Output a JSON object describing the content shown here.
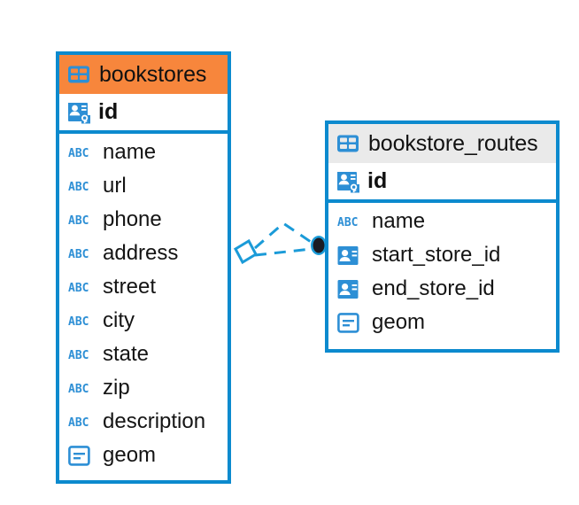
{
  "diagram": {
    "title": "database-entity-relationship-diagram",
    "colors": {
      "border": "#0c8ace",
      "header_primary": "#f7863c",
      "header_secondary": "#eaeaea",
      "icon_blue": "#2d8fd5",
      "connector": "#1b9bd8",
      "text": "#111111"
    },
    "entities": [
      {
        "name": "bookstores",
        "header_style": "orange",
        "primary_key": {
          "label": "id",
          "icon": "primary-key-icon"
        },
        "fields": [
          {
            "label": "name",
            "icon": "abc-icon",
            "icon_text": "ABC"
          },
          {
            "label": "url",
            "icon": "abc-icon",
            "icon_text": "ABC"
          },
          {
            "label": "phone",
            "icon": "abc-icon",
            "icon_text": "ABC"
          },
          {
            "label": "address",
            "icon": "abc-icon",
            "icon_text": "ABC"
          },
          {
            "label": "street",
            "icon": "abc-icon",
            "icon_text": "ABC"
          },
          {
            "label": "city",
            "icon": "abc-icon",
            "icon_text": "ABC"
          },
          {
            "label": "state",
            "icon": "abc-icon",
            "icon_text": "ABC"
          },
          {
            "label": "zip",
            "icon": "abc-icon",
            "icon_text": "ABC"
          },
          {
            "label": "description",
            "icon": "abc-icon",
            "icon_text": "ABC"
          },
          {
            "label": "geom",
            "icon": "geometry-icon"
          }
        ]
      },
      {
        "name": "bookstore_routes",
        "header_style": "grey",
        "primary_key": {
          "label": "id",
          "icon": "primary-key-icon"
        },
        "fields": [
          {
            "label": "name",
            "icon": "abc-icon",
            "icon_text": "ABC"
          },
          {
            "label": "start_store_id",
            "icon": "foreign-key-icon"
          },
          {
            "label": "end_store_id",
            "icon": "foreign-key-icon"
          },
          {
            "label": "geom",
            "icon": "geometry-icon"
          }
        ]
      }
    ],
    "relationship": {
      "style": "dashed",
      "source_marker": "diamond-outline",
      "target_marker": "filled-circle"
    }
  }
}
